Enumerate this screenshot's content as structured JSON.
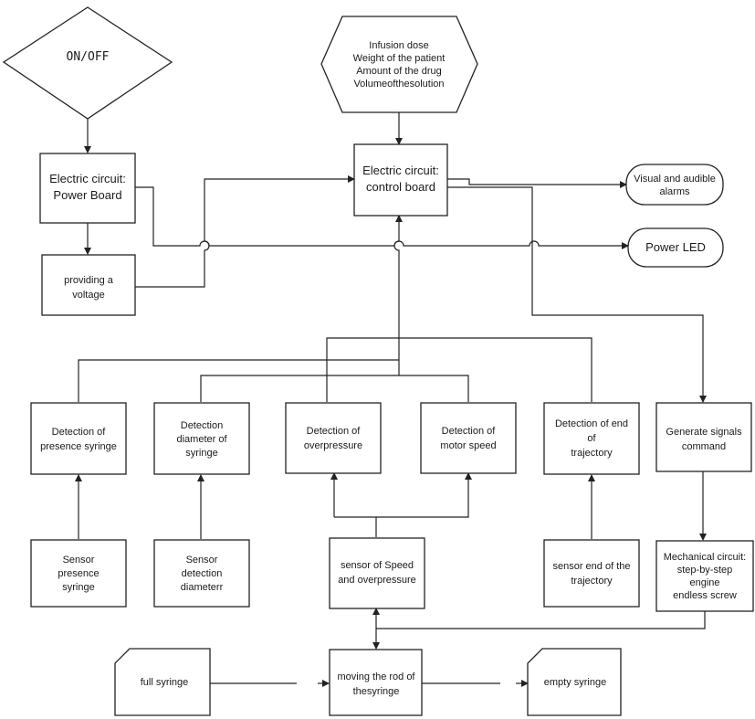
{
  "nodes": {
    "onoff": {
      "lines": [
        "ON/OFF"
      ]
    },
    "inputs": {
      "lines": [
        "Infusion dose",
        "Weight of the patient",
        "Amount of the drug",
        "Volumeofthesolution"
      ]
    },
    "power_board": {
      "lines": [
        "Electric circuit:",
        "Power Board"
      ]
    },
    "control_board": {
      "lines": [
        "Electric circuit:",
        "control board"
      ]
    },
    "alarms": {
      "lines": [
        "Visual and audible",
        "alarms"
      ]
    },
    "power_led": {
      "lines": [
        "Power LED"
      ]
    },
    "voltage": {
      "lines": [
        "providing a",
        "voltage"
      ]
    },
    "det_presence": {
      "lines": [
        "Detection of",
        "presence syringe"
      ]
    },
    "det_diameter": {
      "lines": [
        "Detection",
        "diameter of",
        "syringe"
      ]
    },
    "det_overpressure": {
      "lines": [
        "Detection of",
        "overpressure"
      ]
    },
    "det_motor": {
      "lines": [
        "Detection of",
        "motor speed"
      ]
    },
    "det_end": {
      "lines": [
        "Detection of end",
        "of",
        "trajectory"
      ]
    },
    "gen_signals": {
      "lines": [
        "Generate signals",
        "command"
      ]
    },
    "sensor_presence": {
      "lines": [
        "Sensor",
        "presence",
        "syringe"
      ]
    },
    "sensor_diameter": {
      "lines": [
        "Sensor",
        "detection",
        "diameterr"
      ]
    },
    "sensor_speed": {
      "lines": [
        "sensor of Speed",
        "and overpressure"
      ]
    },
    "sensor_end": {
      "lines": [
        "sensor end of the",
        "trajectory"
      ]
    },
    "mechanical": {
      "lines": [
        "Mechanical circuit:",
        "step-by-step",
        "engine",
        "endless screw"
      ]
    },
    "full_syringe": {
      "lines": [
        "full syringe"
      ]
    },
    "moving_rod": {
      "lines": [
        "moving the rod of",
        "thesyringe"
      ]
    },
    "empty_syringe": {
      "lines": [
        "empty syringe"
      ]
    }
  }
}
